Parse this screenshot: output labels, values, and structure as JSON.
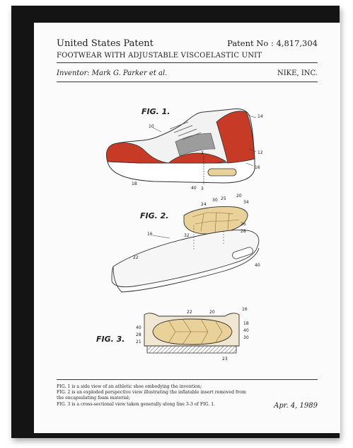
{
  "header": {
    "title": "United States Patent",
    "patent_number": "Patent No : 4,817,304",
    "subtitle": "FOOTWEAR WITH ADJUSTABLE VISCOELASTIC UNIT",
    "inventor": "Inventor: Mark G. Parker et al.",
    "assignee": "NIKE, INC."
  },
  "figures": {
    "fig1_label": "FIG. 1.",
    "fig2_label": "FIG. 2.",
    "fig3_label": "FIG. 3.",
    "fig1_refs": [
      "14",
      "10",
      "12",
      "16",
      "18",
      "40",
      "3",
      "3"
    ],
    "fig2_refs": [
      "24",
      "30",
      "25",
      "20",
      "34",
      "16",
      "32",
      "26",
      "28",
      "22",
      "40"
    ],
    "fig3_refs": [
      "22",
      "20",
      "16",
      "40",
      "28",
      "21",
      "18",
      "40",
      "30",
      "23"
    ]
  },
  "captions": [
    "FIG. 1 is a side view of an athletic shoe embodying the invention;",
    "FIG. 2 is an exploded perspective view illustrating the inflatable insert removed from",
    "the encapsulating foam material;",
    "FIG. 3 is a cross-sectional view taken generally along line 3-3 of FIG. 1."
  ],
  "date": "Apr. 4, 1989",
  "colors": {
    "frame": "#141414",
    "paper": "#fbfbfb",
    "accent_red": "#c63a26",
    "cushion_tan": "#e8d29a",
    "ink": "#222222"
  }
}
